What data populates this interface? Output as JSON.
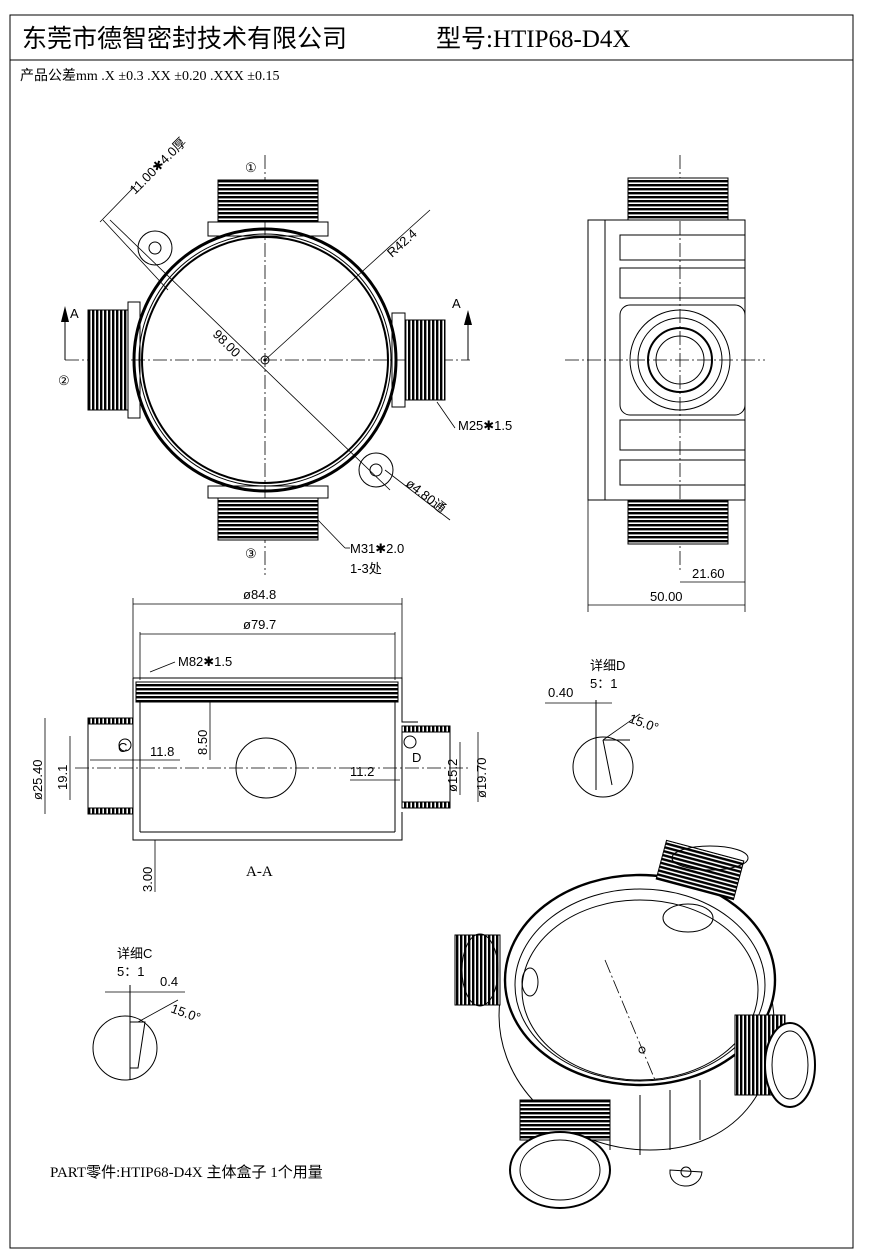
{
  "header": {
    "company": "东莞市德智密封技术有限公司",
    "model": "型号:HTIP68-D4X",
    "tolerance": "产品公差mm .X ±0.3  .XX ±0.20 .XXX ±0.15"
  },
  "top_view": {
    "ear_dim": "11.00✱4.0厚",
    "port1": "①",
    "port2": "②",
    "port3": "③",
    "section_mark_left": "A",
    "section_mark_right": "A",
    "radius": "R42.4",
    "diagonal": "98.00",
    "small_thread": "M25✱1.5",
    "hole": "ø4.80通",
    "large_thread": "M31✱2.0",
    "large_thread_qty": "1-3处"
  },
  "side_view": {
    "dim_small": "21.60",
    "dim_width": "50.00"
  },
  "section_view": {
    "outer_dia": "ø84.8",
    "inner_dia": "ø79.7",
    "lid_thread": "M82✱1.5",
    "thread_depth": "8.50",
    "left_depth": "11.8",
    "left_outer": "ø25.40",
    "left_inner": "19.1",
    "detail_c_mark": "C",
    "detail_d_mark": "D",
    "right_depth": "11.2",
    "right_inner": "ø15.2",
    "right_outer": "ø19.70",
    "wall": "3.00",
    "label": "A-A"
  },
  "detail_d": {
    "title": "详细D",
    "scale": "5：1",
    "dim": "0.40",
    "angle": "15.0°"
  },
  "detail_c": {
    "title": "详细C",
    "scale": "5：1",
    "dim": "0.4",
    "angle": "15.0°"
  },
  "part_note": "PART零件:HTIP68-D4X 主体盒子 1个用量"
}
